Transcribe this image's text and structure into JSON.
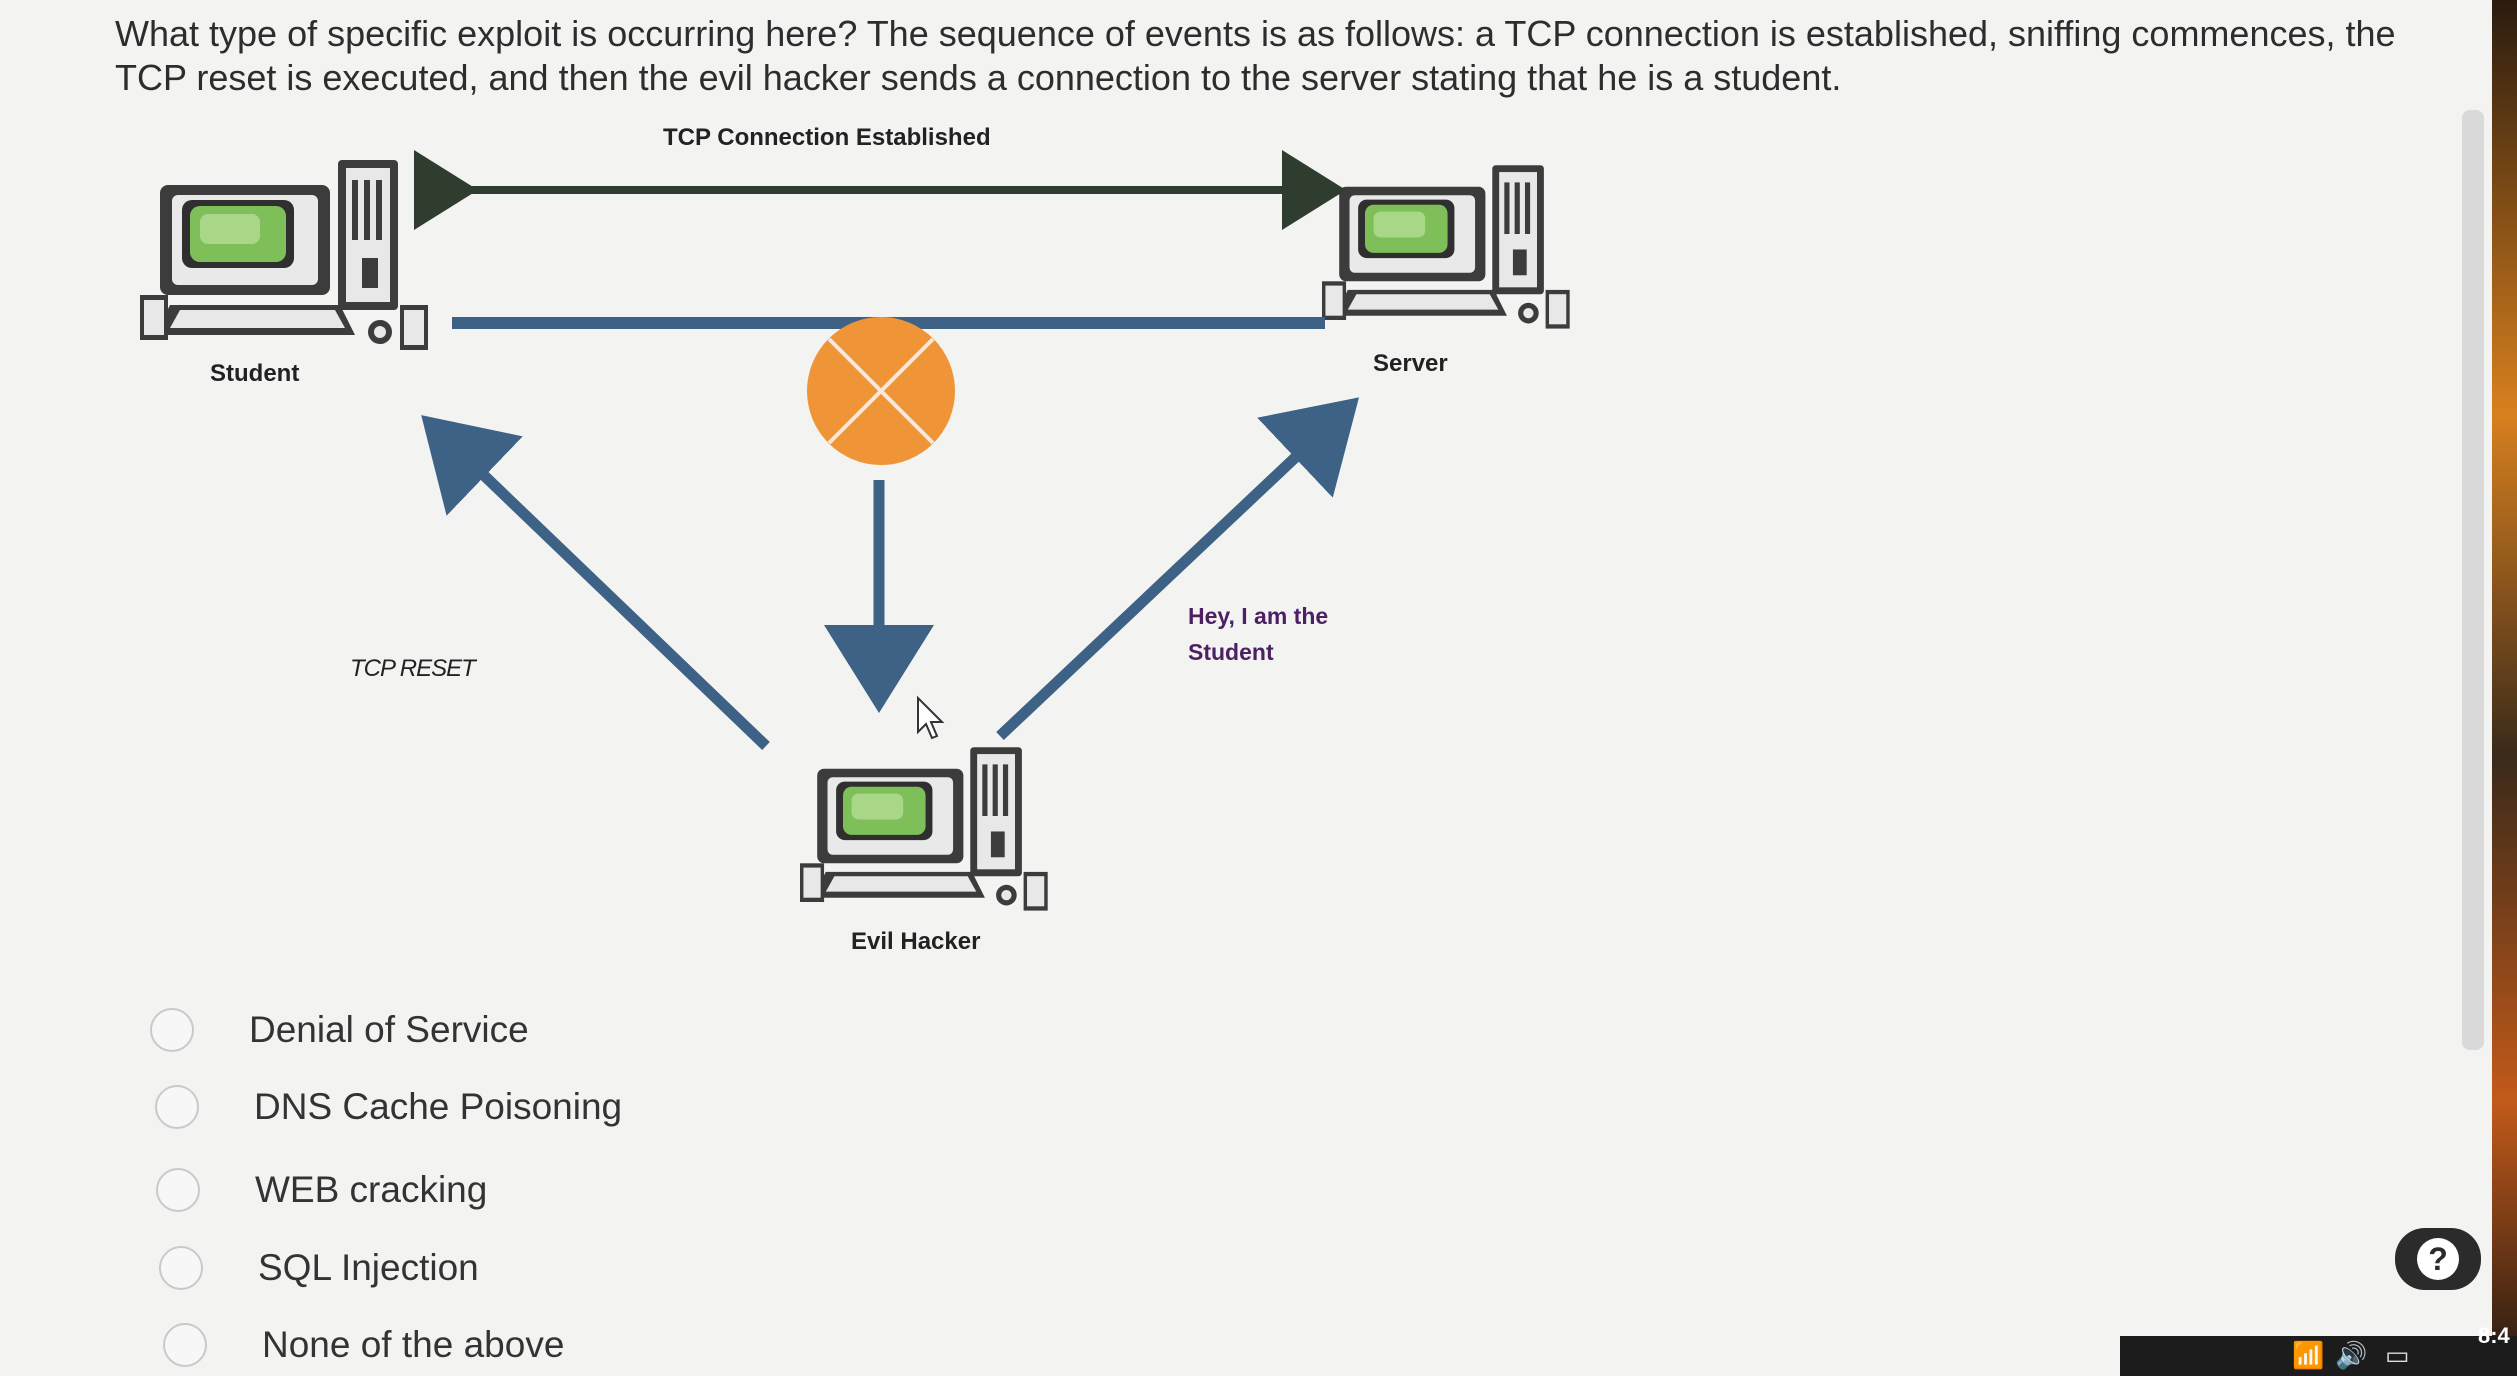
{
  "question": {
    "text": "What type of specific exploit is occurring here? The sequence of events is as follows: a TCP connection is established, sniffing commences, the TCP reset is executed, and then the evil hacker sends a connection to the server stating that he is a student."
  },
  "diagram": {
    "top_label": "TCP Connection Established",
    "student_label": "Student",
    "server_label": "Server",
    "hacker_label": "Evil Hacker",
    "reset_label": "TCP RESET",
    "spoof_label_line1": "Hey, I am the",
    "spoof_label_line2": "Student",
    "colors": {
      "arrow_dark": "#2f3d2f",
      "link_blue": "#3e6186",
      "sniff_orange": "#f09438"
    }
  },
  "options": [
    {
      "label": "Denial of Service"
    },
    {
      "label": "DNS Cache Poisoning"
    },
    {
      "label": "WEB cracking"
    },
    {
      "label": "SQL Injection"
    },
    {
      "label": "None of the above"
    }
  ],
  "help": {
    "glyph": "?"
  },
  "clock": {
    "time": "8:4"
  }
}
